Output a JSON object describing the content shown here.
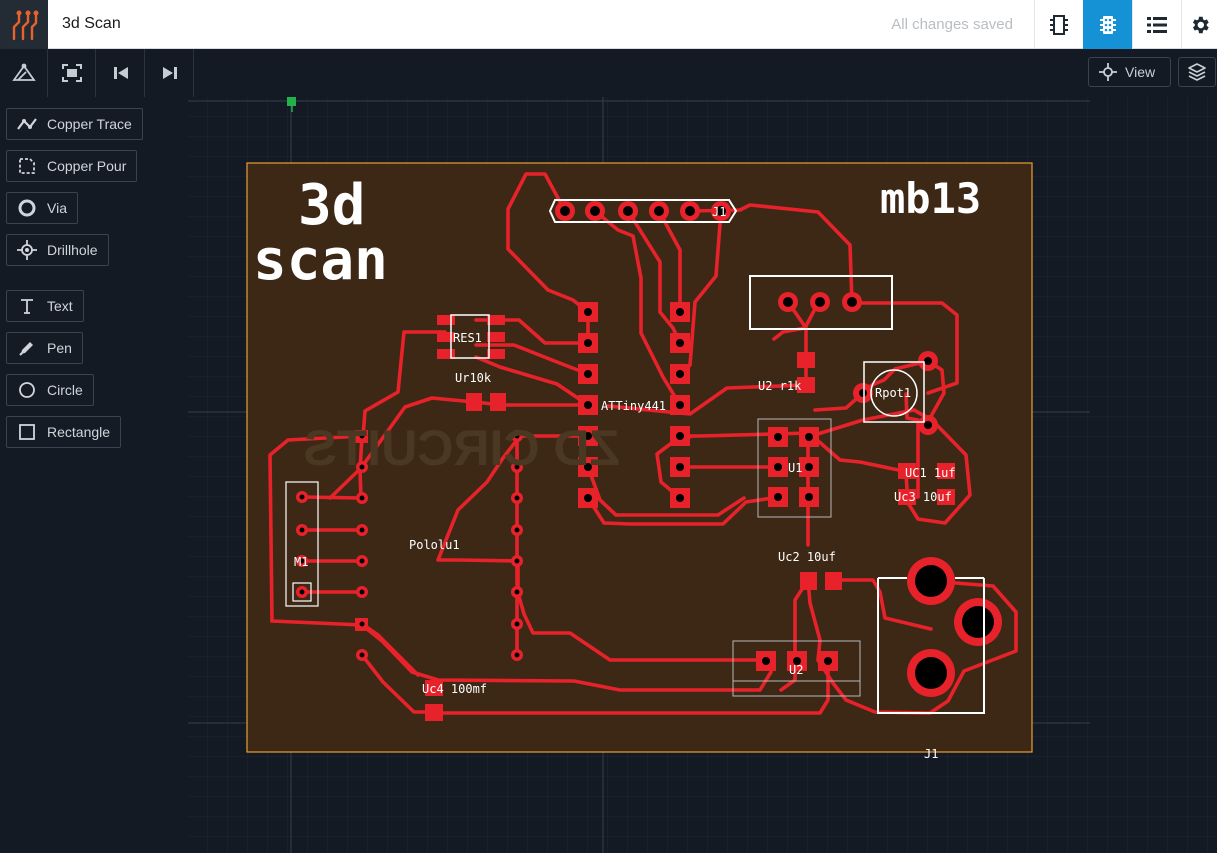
{
  "header": {
    "title": "3d Scan",
    "status": "All changes saved",
    "buttons": [
      "schematic-icon",
      "pcb-icon",
      "list-icon",
      "gear-icon"
    ]
  },
  "toolbar": {
    "buttons": [
      "autorouter-icon",
      "fit-screen-icon",
      "skip-back-icon",
      "skip-forward-icon"
    ],
    "view_label": "View",
    "layers_icon": "layers-icon"
  },
  "tools": [
    {
      "label": "Copper Trace",
      "icon": "trace-icon"
    },
    {
      "label": "Copper Pour",
      "icon": "pour-icon"
    },
    {
      "label": "Via",
      "icon": "via-icon"
    },
    {
      "label": "Drillhole",
      "icon": "drillhole-icon"
    },
    {
      "label": "Text",
      "icon": "text-icon"
    },
    {
      "label": "Pen",
      "icon": "pen-icon"
    },
    {
      "label": "Circle",
      "icon": "circle-icon"
    },
    {
      "label": "Rectangle",
      "icon": "rectangle-icon"
    }
  ],
  "board": {
    "title_line1": "3d",
    "title_line2": "scan",
    "label_right": "mb13",
    "labels": {
      "res1": "RES1",
      "ur10k": "Ur10k",
      "attiny": "ATTiny441",
      "u2r1k": "U2 r1k",
      "rpot1": "Rpot1",
      "u1": "U1",
      "uc1": "UC1 1uf",
      "uc3": "Uc3 10uf",
      "pololu1": "Pololu1",
      "m1": "M1",
      "uc2": "Uc2 10uf",
      "u2": "U2",
      "uc4": "Uc4 100mf",
      "j1": "J1",
      "j1_top": "J1"
    }
  },
  "colors": {
    "accent": "#1592d6",
    "copper": "#e8222a",
    "board": "#3d2816",
    "board_outline": "#e8a033",
    "silk": "#ffffff"
  }
}
